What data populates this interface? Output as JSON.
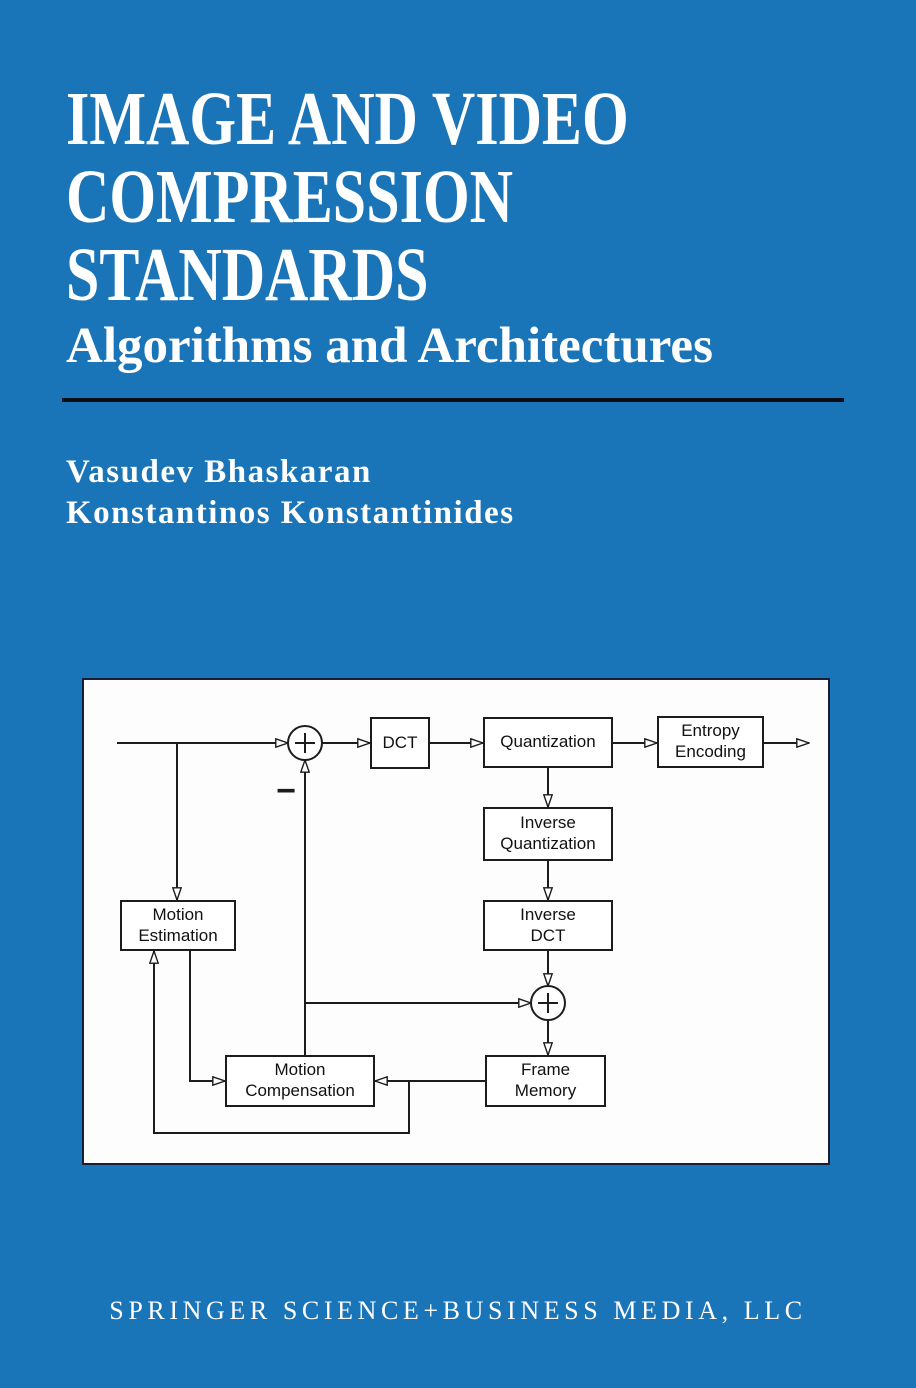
{
  "cover": {
    "title_lines": "IMAGE AND VIDEO\nCOMPRESSION\nSTANDARDS",
    "subtitle": "Algorithms and Architectures",
    "authors": "Vasudev Bhaskaran\nKonstantinos Konstantinides",
    "publisher": "SPRINGER SCIENCE+BUSINESS MEDIA, LLC"
  },
  "colors": {
    "background": "#1A74B8",
    "text": "#FFFFFF",
    "rule": "#0A0D18",
    "panel_background": "#FDFDFD",
    "panel_border": "#1A1E33",
    "diagram_ink": "#1C1C1C"
  },
  "diagram": {
    "description": "Block diagram of a motion-compensated hybrid video encoder",
    "blocks": [
      {
        "id": "dct",
        "label": "DCT"
      },
      {
        "id": "quantization",
        "label": "Quantization"
      },
      {
        "id": "entropy-encoding",
        "label": "Entropy\nEncoding"
      },
      {
        "id": "inverse-quantization",
        "label": "Inverse\nQuantization"
      },
      {
        "id": "inverse-dct",
        "label": "Inverse\nDCT"
      },
      {
        "id": "motion-estimation",
        "label": "Motion\nEstimation"
      },
      {
        "id": "motion-compensation",
        "label": "Motion\nCompensation"
      },
      {
        "id": "frame-memory",
        "label": "Frame\nMemory"
      }
    ],
    "adders": [
      {
        "id": "subtractor",
        "symbol": "+"
      },
      {
        "id": "reconstruction-adder",
        "symbol": "+"
      }
    ],
    "minus_sign": "−",
    "edges": [
      "input → subtractor",
      "input → Motion Estimation",
      "subtractor → DCT",
      "DCT → Quantization",
      "Quantization → Entropy Encoding",
      "Entropy Encoding → output",
      "Quantization → Inverse Quantization",
      "Inverse Quantization → Inverse DCT",
      "Inverse DCT → reconstruction-adder",
      "reconstruction-adder → Frame Memory",
      "Frame Memory → Motion Compensation",
      "Frame Memory → Motion Estimation",
      "Motion Estimation → Motion Compensation",
      "Motion Compensation → subtractor (−)",
      "Motion Compensation → reconstruction-adder"
    ]
  }
}
